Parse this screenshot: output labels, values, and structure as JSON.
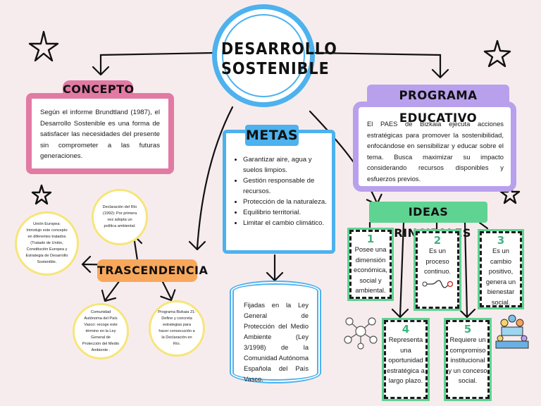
{
  "title": "DESARROLLO SOSTENIBLE",
  "concepto": {
    "label": "CONCEPTO",
    "text": "Según el informe Brundtland (1987), el Desarrollo Sostenible es una forma de satisfacer las necesidades del presente sin comprometer a las futuras generaciones."
  },
  "metas": {
    "label": "METAS",
    "items": [
      "Garantizar aire, agua y suelos limpios.",
      "Gestión responsable de recursos.",
      "Protección de la naturaleza.",
      "Equilibrio territorial.",
      "Limitar el cambio climático."
    ],
    "extra": "Fijadas en la Ley General de Protección del Medio Ambiente (Ley 3/1998) de la Comunidad Autónoma Española del País Vasco."
  },
  "programa": {
    "label": "PROGRAMA EDUCATIVO",
    "text": "El PAES de Bizkaia ejecuta acciones estratégicas para promover la sostenibilidad, enfocándose en sensibilizar y educar sobre el tema. Busca maximizar su impacto considerando recursos disponibles y esfuerzos previos."
  },
  "ideas": {
    "label": "IDEAS PRINCIPALES",
    "items": [
      {
        "num": "1",
        "text": "Posee una dimensión económica, social y ambiental."
      },
      {
        "num": "2",
        "text": "Es un proceso continuo."
      },
      {
        "num": "3",
        "text": "Es un cambio positivo, genera un bienestar social."
      },
      {
        "num": "4",
        "text": "Representa una oportunidad estratégica a largo plazo."
      },
      {
        "num": "5",
        "text": "Requiere un compromiso institucional y un conceso social."
      }
    ]
  },
  "trascendencia": {
    "label": "TRASCENDENCIA",
    "circles": [
      "Declaración del Río (1992): Por primera vez adopta un política ambiental.",
      "Unión Europea: Introdujo este concepto en diferentes tratados (Tratado de Unión, Constitución Europea y Estrategia de Desarrollo Sostenible.",
      "Comunidad Autónoma del País Vasco: recoge este término en la Ley General de Protección del Medio Ambiente .",
      "Programa Bizkaia 21: Define y concreta estrategias para hacer consecución a la Declaración en Río."
    ]
  },
  "colors": {
    "background": "#f7eced",
    "title_ring": "#4db2ee",
    "concepto": "#e27aa3",
    "metas": "#4db2ee",
    "programa": "#b9a0ec",
    "trascendencia": "#f8a85c",
    "ideas": "#5fd392",
    "circles": "#f6e57a"
  },
  "icons": [
    "star-icon",
    "network-icon",
    "process-icon",
    "team-icon"
  ]
}
